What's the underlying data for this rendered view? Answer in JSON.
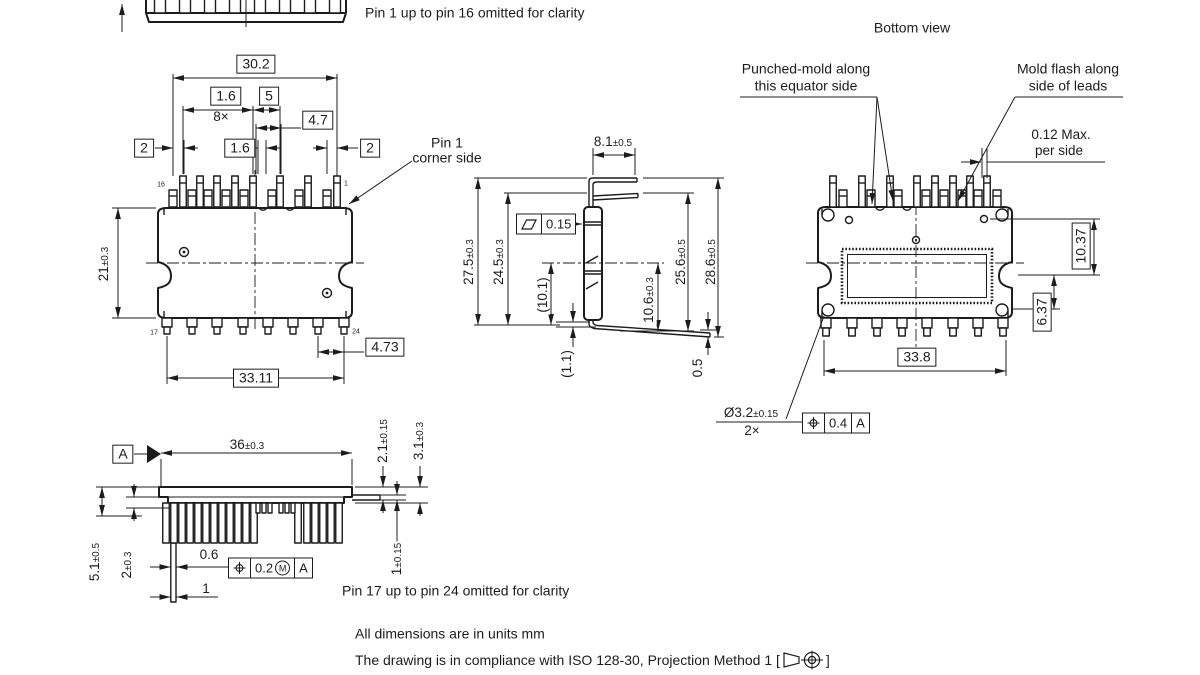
{
  "notes": {
    "top": "Pin 1 up to pin 16 omitted for clarity",
    "bottom_pins": "Pin 17 up to pin 24 omitted for clarity",
    "units": "All dimensions are in units mm",
    "iso_prefix": "The drawing is in compliance with ISO 128-30, Projection Method 1 [",
    "iso_suffix": "]"
  },
  "titles": {
    "bottom_view": "Bottom view"
  },
  "front_view": {
    "pin1_callout_1": "Pin 1",
    "pin1_callout_2": "corner side",
    "pins": {
      "p16": "16",
      "p1": "1",
      "p17": "17",
      "p24": "24"
    },
    "dims": {
      "width_top": "30.2",
      "pitch_group": "1.6",
      "pitch_count": "8×",
      "pitch_five": "5",
      "d47": "4.7",
      "edge_left": "2",
      "pitch_mid": "1.6",
      "edge_right": "2",
      "height": {
        "v": "21",
        "t": "±0.3"
      },
      "pitch_bottom": "4.73",
      "width_bottom": "33.11"
    }
  },
  "side_view": {
    "flatness": {
      "value": "0.15"
    },
    "dims": {
      "lead_top": {
        "v": "8.1",
        "t": "±0.5"
      },
      "h_outer": {
        "v": "27.5",
        "t": "±0.3"
      },
      "h_inner": {
        "v": "24.5",
        "t": "±0.3"
      },
      "ref_101": "(10.1)",
      "lead_bottom": {
        "v": "10.6",
        "t": "±0.3"
      },
      "h_lead2": {
        "v": "25.6",
        "t": "±0.5"
      },
      "h_total": {
        "v": "28.6",
        "t": "±0.5"
      },
      "ref_11": "(1.1)",
      "tip_drop": "0.5"
    }
  },
  "bottom_view": {
    "callout_punched_1": "Punched-mold along",
    "callout_punched_2": "this equator side",
    "callout_flash_1": "Mold flash along",
    "callout_flash_2": "side of leads",
    "flash_max_1": "0.12 Max.",
    "flash_max_2": "per side",
    "dims": {
      "d1037": "10.37",
      "d637": "6.37",
      "d338": "33.8"
    },
    "hole": {
      "label": {
        "v": "Ø3.2",
        "t": "±0.15"
      },
      "count": "2×",
      "tol": "0.4",
      "datum": "A"
    }
  },
  "mount_view": {
    "datum": "A",
    "dims": {
      "width": {
        "v": "36",
        "t": "±0.3"
      },
      "d21": {
        "v": "2.1",
        "t": "±0.15"
      },
      "d31": {
        "v": "3.1",
        "t": "±0.3"
      },
      "d51": {
        "v": "5.1",
        "t": "±0.5"
      },
      "d2": {
        "v": "2",
        "t": "±0.3"
      },
      "d06": "0.6",
      "d1": "1",
      "d115": {
        "v": "1",
        "t": "±0.15"
      }
    },
    "tol": {
      "value": "0.2",
      "modifier": "M",
      "datum": "A"
    }
  }
}
